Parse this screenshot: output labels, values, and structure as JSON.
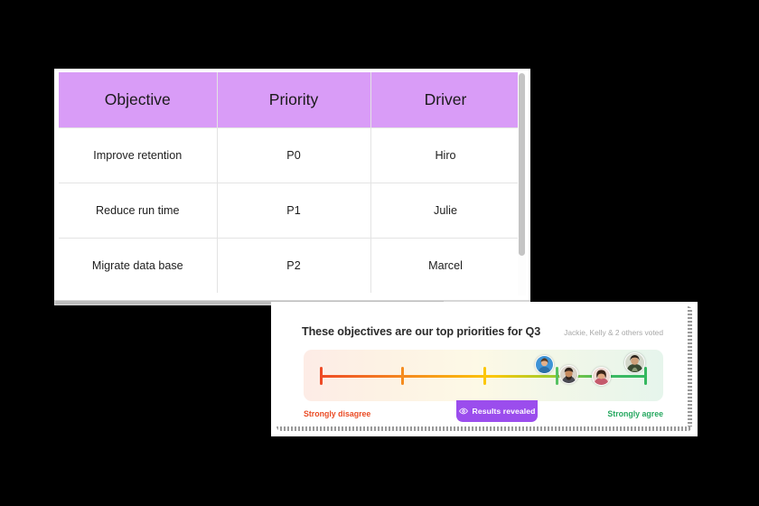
{
  "table": {
    "columns": [
      "Objective",
      "Priority",
      "Driver"
    ],
    "header_bg": "#d99cf7",
    "rows": [
      {
        "objective": "Improve retention",
        "priority": "P0",
        "driver": "Hiro"
      },
      {
        "objective": "Reduce run time",
        "priority": "P1",
        "driver": "Julie"
      },
      {
        "objective": "Migrate data base",
        "priority": "P2",
        "driver": "Marcel"
      }
    ]
  },
  "poll": {
    "title": "These objectives are our top priorities for Q3",
    "voters": "Jackie, Kelly & 2 others voted",
    "left_label": "Strongly disagree",
    "right_label": "Strongly agree",
    "left_label_color": "#ea4b24",
    "right_label_color": "#26a860",
    "badge": {
      "label": "Results revealed",
      "icon": "eye-icon",
      "color": "#9b4ded"
    },
    "scale": {
      "type": "sentiment-slider",
      "min_label": "Strongly disagree",
      "max_label": "Strongly agree",
      "tick_count": 5,
      "tick_positions_pct": [
        0,
        25,
        50,
        72,
        100
      ],
      "tick_colors": [
        "#ee4b26",
        "#f58c1f",
        "#fcc708",
        "#56c262",
        "#34b85f"
      ]
    },
    "votes": [
      {
        "name": "Jackie",
        "position_pct": 70,
        "row": "upper",
        "avatar": "avatar-blue"
      },
      {
        "name": "Kelly",
        "position_pct": 78,
        "row": "lower",
        "avatar": "avatar-beard"
      },
      {
        "name": "Voter 3",
        "position_pct": 88,
        "row": "lower",
        "avatar": "avatar-pink"
      },
      {
        "name": "Voter 4",
        "position_pct": 96,
        "row": "upper",
        "avatar": "avatar-green"
      }
    ]
  }
}
